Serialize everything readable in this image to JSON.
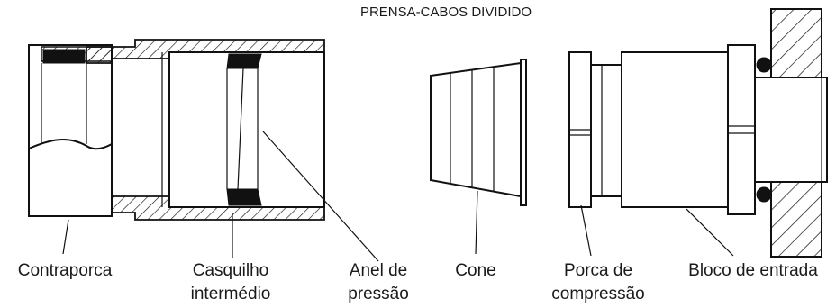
{
  "title": "PRENSA-CABOS DIVIDIDO",
  "labels": {
    "contraporca": "Contraporca",
    "casquilho_1": "Casquilho",
    "casquilho_2": "intermédio",
    "anel_1": "Anel de",
    "anel_2": "pressão",
    "cone": "Cone",
    "porca_1": "Porca de",
    "porca_2": "compressão",
    "bloco": "Bloco de entrada"
  }
}
